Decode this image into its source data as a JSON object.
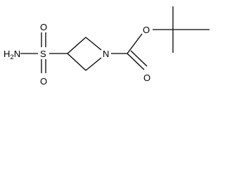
{
  "molecule": {
    "atoms": {
      "amine_n": "H2N",
      "amine_n_prefix": "H",
      "amine_n_subscript": "2",
      "amine_n_suffix": "N",
      "sulfur": "S",
      "sulfonyl_o_top": "O",
      "sulfonyl_o_bottom": "O",
      "ring_n": "N",
      "carbonyl_o": "O",
      "ester_o": "O"
    },
    "colors": {
      "bond": "#000000",
      "label": "#000000",
      "background": "#ffffff"
    }
  }
}
